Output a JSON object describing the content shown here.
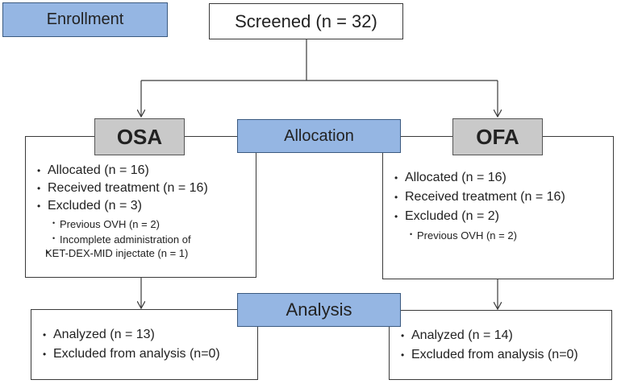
{
  "enrollment": "Enrollment",
  "screened": "Screened (n = 32)",
  "allocation": "Allocation",
  "analysis": "Analysis",
  "osa": {
    "label": "OSA",
    "items": [
      "Allocated (n = 16)",
      "Received treatment (n = 16)",
      "Excluded (n = 3)"
    ],
    "sub": [
      "Previous OVH (n = 2)",
      "Incomplete administration of",
      "KET-DEX-MID injectate (n = 1)"
    ],
    "analysis": [
      "Analyzed (n = 13)",
      "Excluded from analysis (n=0)"
    ]
  },
  "ofa": {
    "label": "OFA",
    "items": [
      "Allocated (n = 16)",
      "Received treatment (n = 16)",
      "Excluded (n = 2)"
    ],
    "sub": [
      "Previous OVH (n = 2)"
    ],
    "analysis": [
      "Analyzed (n = 14)",
      "Excluded from analysis (n=0)"
    ]
  },
  "colors": {
    "label_fill": "#95b6e3",
    "group_fill": "#c9c9c9",
    "line": "#3a3a3a"
  }
}
